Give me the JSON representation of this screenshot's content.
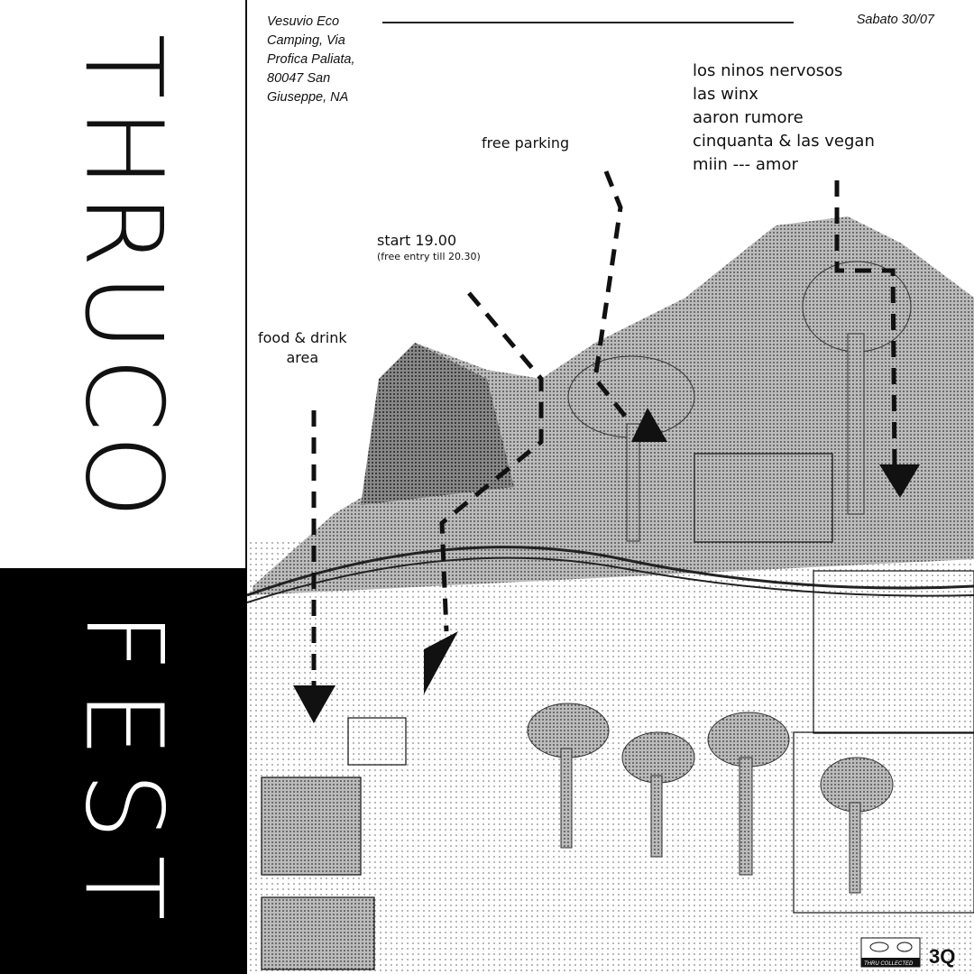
{
  "title": {
    "word1": [
      "T",
      "H",
      "R",
      "U",
      "C",
      "O"
    ],
    "word2": [
      "F",
      "E",
      "S",
      "T"
    ]
  },
  "venue": [
    "Vesuvio Eco",
    "Camping, Via",
    "Profica Paliata,",
    "80047 San",
    "Giuseppe, NA"
  ],
  "date": "Sabato 30/07",
  "lineup": [
    "los ninos nervosos",
    "las winx",
    "aaron rumore",
    "cinquanta & las vegan",
    "miin --- amor"
  ],
  "labels": {
    "free_parking": "free parking",
    "start": "start 19.00",
    "free_entry": "(free entry till 20.30)",
    "food_drink_1": "food & drink",
    "food_drink_2": "area"
  },
  "logo": {
    "text": "THRU COLLECTED"
  }
}
